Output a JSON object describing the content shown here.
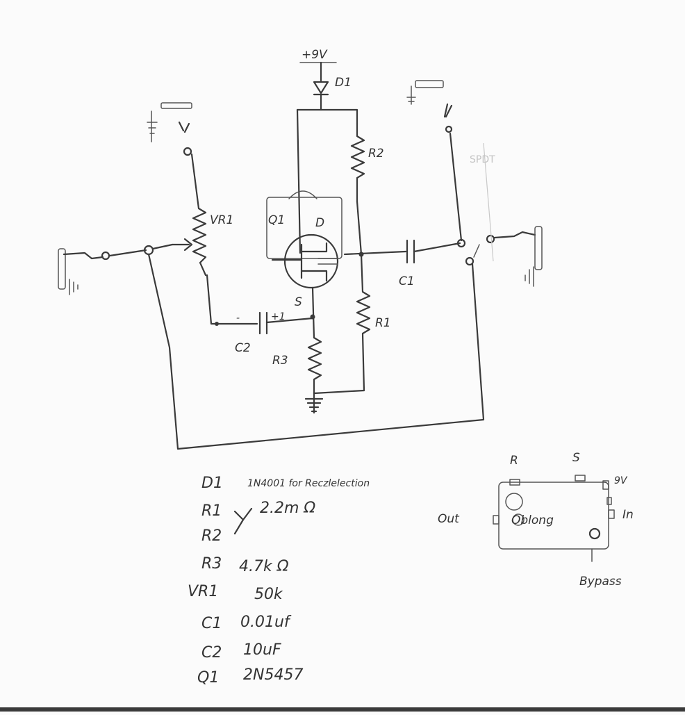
{
  "supply": {
    "label": "+9V"
  },
  "components": {
    "d1": "D1",
    "r2": "R2",
    "q1": "Q1",
    "drain": "D",
    "source": "S",
    "vr1": "VR1",
    "c1": "C1",
    "c2": "C2",
    "r1": "R1",
    "r3": "R3",
    "c2_neg": "-",
    "c2_pos": "+1",
    "spdt": "SPDT"
  },
  "bom": [
    {
      "ref": "D1",
      "value": "1N4001 for Reczlelection"
    },
    {
      "ref": "R1",
      "value": "2.2m Ω"
    },
    {
      "ref": "R2",
      "value": ""
    },
    {
      "ref": "R3",
      "value": "4.7k Ω"
    },
    {
      "ref": "VR1",
      "value": "50k"
    },
    {
      "ref": "C1",
      "value": "0.01uf"
    },
    {
      "ref": "C2",
      "value": "10uF"
    },
    {
      "ref": "Q1",
      "value": "2N5457"
    }
  ],
  "enclosure": {
    "name": "Oblong",
    "top_left": "R",
    "top_right": "S",
    "right_top": "9V",
    "right": "In",
    "left": "Out",
    "bottom": "Bypass"
  }
}
